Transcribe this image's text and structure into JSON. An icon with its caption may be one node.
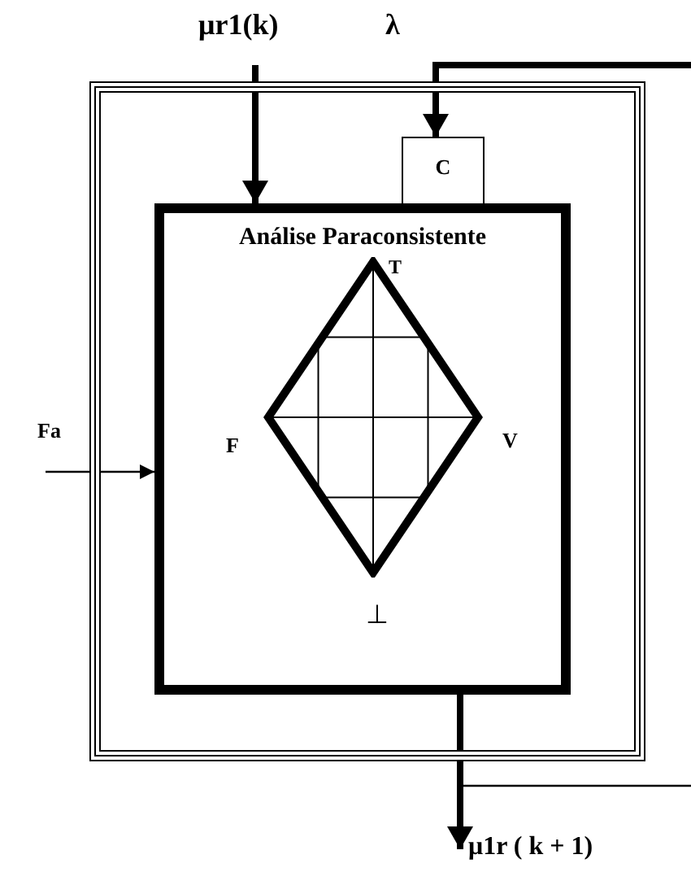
{
  "diagram": {
    "nodes": [
      {
        "text": [],
        "shape": "box"
      },
      {
        "text": [
          "Análise Paraconsistente"
        ],
        "in": 0
      },
      {
        "text": [
          "C"
        ],
        "in": 0
      },
      {
        "text": [],
        "shape": "diamond",
        "in": 1
      }
    ],
    "edges": [
      {
        "from": null,
        "to": 1,
        "arrow": "to",
        "label": "μr1(k)"
      },
      {
        "from": null,
        "to": 2,
        "arrow": "to",
        "label": "λ"
      },
      {
        "from": null,
        "to": 1,
        "arrow": "to",
        "label": "Fa"
      },
      {
        "from": 1,
        "to": null,
        "arrow": "to",
        "label": "μ1r ( k + 1)"
      }
    ],
    "labels": [
      "T",
      "F",
      "V",
      "⊥"
    ]
  }
}
